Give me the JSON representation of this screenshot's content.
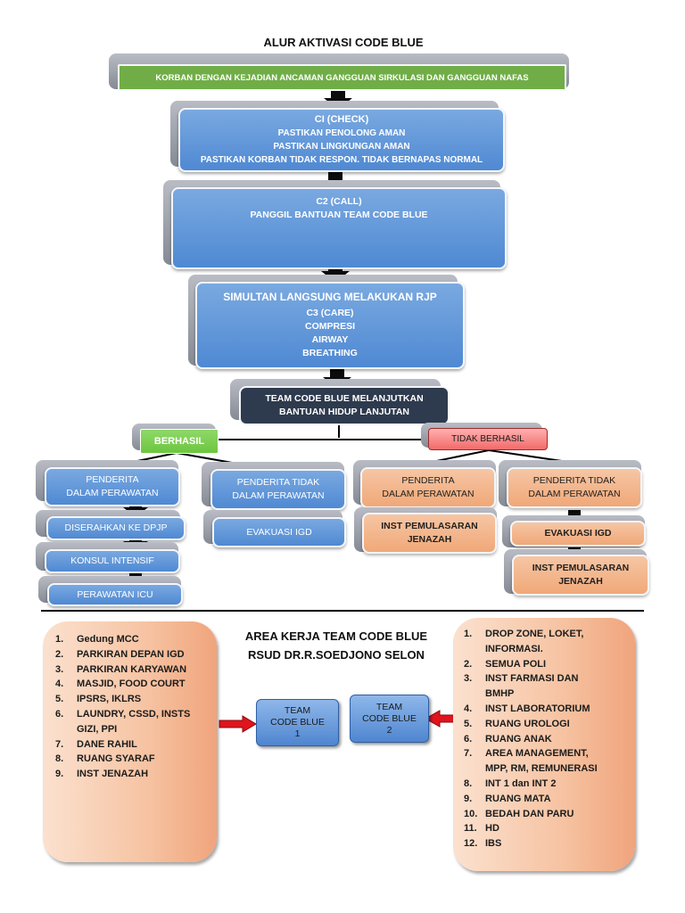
{
  "title": "ALUR AKTIVASI CODE BLUE",
  "flow": {
    "victim": "KORBAN DENGAN KEJADIAN ANCAMAN GANGGUAN SIRKULASI DAN GANGGUAN NAFAS",
    "check": [
      "CI (CHECK)",
      "PASTIKAN PENOLONG AMAN",
      "PASTIKAN LINGKUNGAN AMAN",
      "PASTIKAN KORBAN TIDAK RESPON. TIDAK BERNAPAS NORMAL"
    ],
    "call": [
      "C2 (CALL)",
      "PANGGIL BANTUAN TEAM CODE BLUE"
    ],
    "care_heading": "SIMULTAN LANGSUNG MELAKUKAN RJP",
    "care": [
      "C3 (CARE)",
      "COMPRESI",
      "AIRWAY",
      "BREATHING"
    ],
    "team": [
      "TEAM CODE BLUE MELANJUTKAN",
      "BANTUAN HIDUP LANJUTAN"
    ],
    "success": "BERHASIL",
    "fail": "TIDAK BERHASIL"
  },
  "success_branch": {
    "inpatient": [
      "PENDERITA",
      "DALAM PERAWATAN"
    ],
    "handover": "DISERAHKAN KE DPJP",
    "consult": "KONSUL INTENSIF",
    "icu": "PERAWATAN ICU",
    "not_inpatient": [
      "PENDERITA TIDAK",
      "DALAM PERAWATAN"
    ],
    "evac": "EVAKUASI IGD"
  },
  "fail_branch": {
    "inpatient": [
      "PENDERITA",
      "DALAM PERAWATAN"
    ],
    "morgue": [
      "INST PEMULASARAN",
      "JENAZAH"
    ],
    "not_inpatient": [
      "PENDERITA TIDAK",
      "DALAM PERAWATAN"
    ],
    "evac": "EVAKUASI IGD",
    "morgue2": [
      "INST PEMULASARAN",
      "JENAZAH"
    ]
  },
  "area": {
    "title1": "AREA KERJA TEAM CODE BLUE",
    "title2": "RSUD DR.R.SOEDJONO SELON",
    "team1": [
      "TEAM",
      "CODE BLUE",
      "1"
    ],
    "team2": [
      "TEAM",
      "CODE BLUE",
      "2"
    ],
    "left": [
      {
        "n": "1.",
        "t": "Gedung MCC"
      },
      {
        "n": "2.",
        "t": "PARKIRAN DEPAN  IGD"
      },
      {
        "n": "3.",
        "t": "PARKIRAN KARYAWAN"
      },
      {
        "n": "4.",
        "t": "MASJID, FOOD COURT"
      },
      {
        "n": "5.",
        "t": "IPSRS, IKLRS"
      },
      {
        "n": "6.",
        "t": "LAUNDRY, CSSD, INSTS"
      },
      {
        "n": "",
        "t": "GIZI, PPI"
      },
      {
        "n": "7.",
        "t": "DANE RAHIL"
      },
      {
        "n": "8.",
        "t": "RUANG SYARAF"
      },
      {
        "n": "9.",
        "t": "INST JENAZAH"
      }
    ],
    "right": [
      {
        "n": "1.",
        "t": "DROP ZONE, LOKET,"
      },
      {
        "n": "",
        "t": "INFORMASI."
      },
      {
        "n": "2.",
        "t": "SEMUA POLI"
      },
      {
        "n": "3.",
        "t": "INST FARMASI DAN"
      },
      {
        "n": "",
        "t": "BMHP"
      },
      {
        "n": "4.",
        "t": "INST LABORATORIUM"
      },
      {
        "n": "5.",
        "t": "RUANG UROLOGI"
      },
      {
        "n": "6.",
        "t": "RUANG ANAK"
      },
      {
        "n": "7.",
        "t": "AREA MANAGEMENT,"
      },
      {
        "n": "",
        "t": "MPP, RM, REMUNERASI"
      },
      {
        "n": "8.",
        "t": "INT 1 dan INT 2"
      },
      {
        "n": "9.",
        "t": "RUANG MATA"
      },
      {
        "n": "10.",
        "t": "BEDAH DAN PARU"
      },
      {
        "n": "11.",
        "t": "HD"
      },
      {
        "n": "12.",
        "t": "IBS"
      }
    ]
  }
}
